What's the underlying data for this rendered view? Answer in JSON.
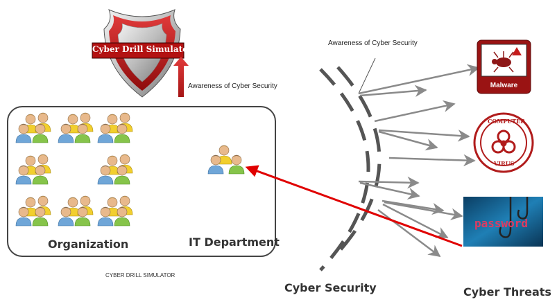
{
  "shield": {
    "title": "Cyber Drill Simulator",
    "colors": {
      "red": "#c8102e",
      "silver": "#bfbfbf"
    }
  },
  "shield_side_label": "Awareness of Cyber Security",
  "wall_label": "Awareness of Cyber Security",
  "organization": {
    "label": "Organization",
    "it_label": "IT Department"
  },
  "caption": "CYBER DRILL SIMULATOR",
  "cyber_security_label": "Cyber Security",
  "cyber_threats_label": "Cyber Threats",
  "threats": {
    "malware": {
      "label": "Malware",
      "icon": "malware-icon"
    },
    "virus": {
      "stamp_top": "COMPUTER",
      "stamp_bottom": "VIRUS",
      "icon": "biohazard-icon"
    },
    "phishing": {
      "word": "password",
      "icon": "fishhook-icon"
    }
  },
  "colors": {
    "attack_arrow": "#e00000",
    "arrows": "#8a8a8a",
    "accent_red": "#d0202a"
  }
}
